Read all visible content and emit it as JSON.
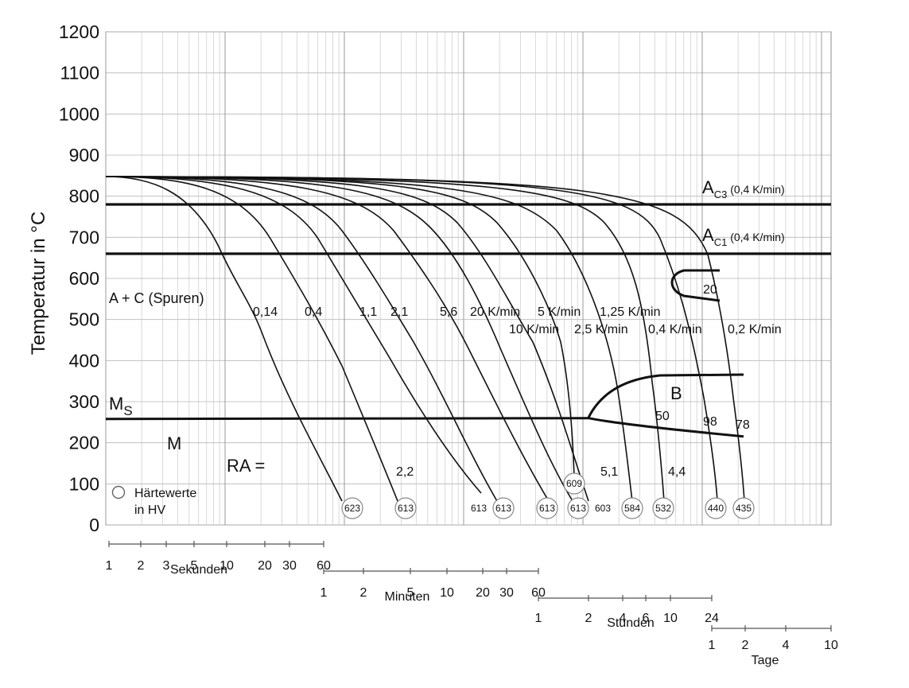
{
  "chart_data": {
    "type": "line",
    "ylabel": "Temperatur in °C",
    "ylim": [
      0,
      1200
    ],
    "yticks": [
      0,
      100,
      200,
      300,
      400,
      500,
      600,
      700,
      800,
      900,
      1000,
      1100,
      1200
    ],
    "x_axis": "log time",
    "grid": true,
    "time_scales": [
      {
        "name": "Sekunden",
        "ticks": [
          "1",
          "2",
          "3",
          "5",
          "10",
          "20",
          "30",
          "60"
        ]
      },
      {
        "name": "Minuten",
        "ticks": [
          "1",
          "2",
          "5",
          "10",
          "20",
          "30",
          "60"
        ]
      },
      {
        "name": "Stunden",
        "ticks": [
          "1",
          "2",
          "4",
          "6",
          "10",
          "24"
        ]
      },
      {
        "name": "Tage",
        "ticks": [
          "1",
          "2",
          "4",
          "10"
        ]
      }
    ],
    "transformation_lines": [
      {
        "label": "A",
        "sub": "C3",
        "suffix": " (0,4 K/min)",
        "temperature": 780
      },
      {
        "label": "A",
        "sub": "C1",
        "suffix": " (0,4 K/min)",
        "temperature": 660
      }
    ],
    "ms": {
      "label": "M",
      "sub": "S",
      "temperature": 258
    },
    "regions": {
      "a_c": "A + C (Spuren)",
      "m": "M",
      "b": "B",
      "ra_prefix": "RA ="
    },
    "series": [
      {
        "name": "0,14",
        "hv": "623"
      },
      {
        "name": "0,4",
        "hv": "613"
      },
      {
        "name": "1,1",
        "hv": "613"
      },
      {
        "name": "2,1",
        "hv": "613"
      },
      {
        "name": "5,6",
        "hv": "613"
      },
      {
        "name": "20 K/min",
        "hv": "613"
      },
      {
        "name": "10 K/min",
        "hv": "603"
      },
      {
        "name": "5 K/min",
        "hv": "609"
      },
      {
        "name": "2,5 K/min",
        "hv": "584"
      },
      {
        "name": "1,25 K/min",
        "hv": "532"
      },
      {
        "name": "0,4 K/min",
        "hv": "440"
      },
      {
        "name": "0,2 K/min",
        "hv": "435"
      }
    ],
    "ra_values": [
      "2,2",
      "5,1",
      "4,4"
    ],
    "bainite_numbers": [
      "20",
      "50",
      "98",
      "78"
    ],
    "legend": {
      "line1": "Härtewerte",
      "line2": "in HV"
    }
  }
}
